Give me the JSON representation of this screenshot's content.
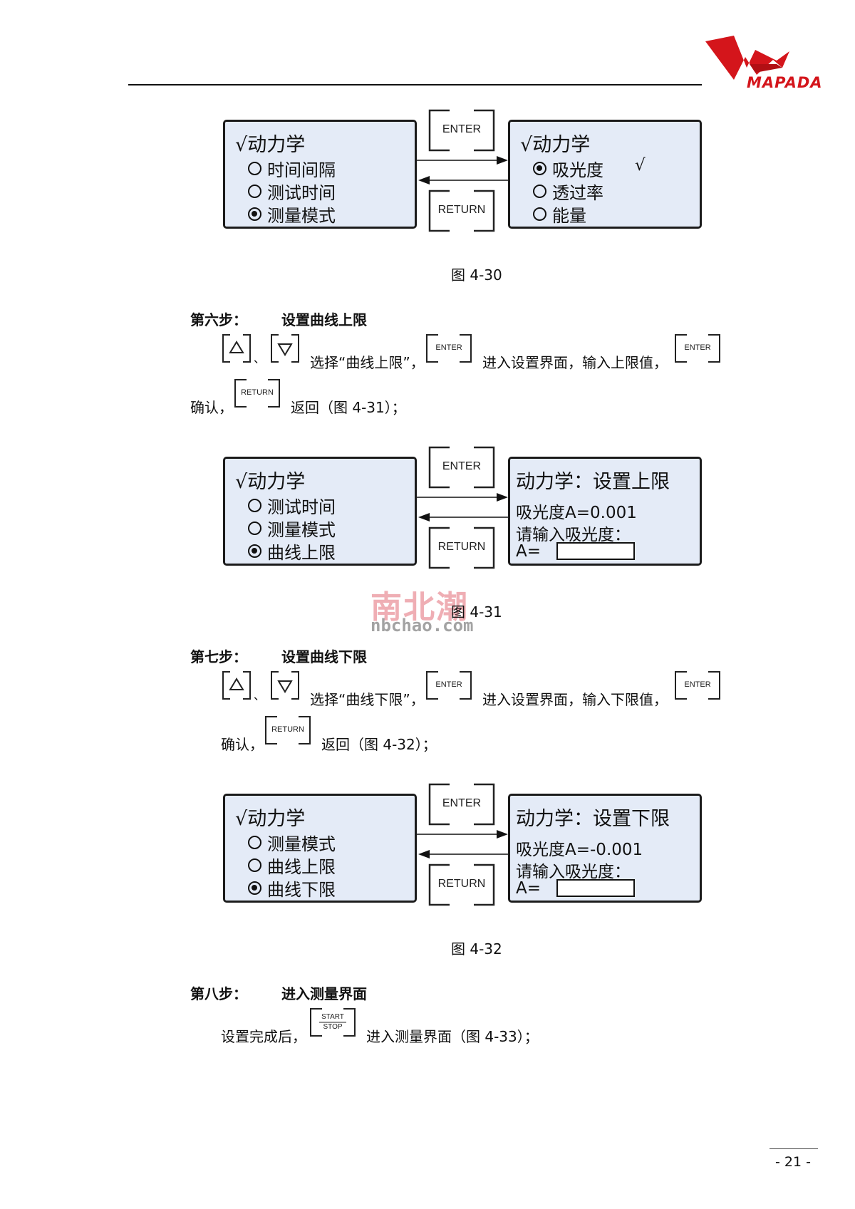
{
  "header": {
    "logo_text": "MAPADA"
  },
  "figures": [
    {
      "left_panel": {
        "title": "√动力学",
        "options": [
          {
            "label": "时间间隔",
            "selected": false
          },
          {
            "label": "测试时间",
            "selected": false
          },
          {
            "label": "测量模式",
            "selected": true
          }
        ]
      },
      "right_panel": {
        "title": "√动力学",
        "options": [
          {
            "label": "吸光度",
            "selected": true
          },
          {
            "label": "透过率",
            "selected": false
          },
          {
            "label": "能量",
            "selected": false
          }
        ],
        "checkmark": "√"
      },
      "caption": "图 4-30"
    },
    {
      "left_panel": {
        "title": "√动力学",
        "options": [
          {
            "label": "测试时间",
            "selected": false
          },
          {
            "label": "测量模式",
            "selected": false
          },
          {
            "label": "曲线上限",
            "selected": true
          }
        ]
      },
      "right_panel": {
        "title": "动力学：设置上限",
        "line1": "吸光度A=0.001",
        "line2": "请输入吸光度：",
        "line3": "A="
      },
      "caption": "图 4-31"
    },
    {
      "left_panel": {
        "title": "√动力学",
        "options": [
          {
            "label": "测量模式",
            "selected": false
          },
          {
            "label": "曲线上限",
            "selected": false
          },
          {
            "label": "曲线下限",
            "selected": true
          }
        ]
      },
      "right_panel": {
        "title": "动力学：设置下限",
        "line1": "吸光度A=-0.001",
        "line2": "请输入吸光度：",
        "line3": "A="
      },
      "caption": "图 4-32"
    }
  ],
  "keys": {
    "enter": "ENTER",
    "return": "RETURN",
    "start": "START",
    "stop": "STOP"
  },
  "steps": {
    "six": {
      "label": "第六步：",
      "title": "设置曲线上限",
      "sep": "、",
      "t1": "选择“曲线上限”，",
      "t2": "进入设置界面，输入上限值，",
      "t3": "确认，",
      "t4": "返回（图 4-31）；"
    },
    "seven": {
      "label": "第七步：",
      "title": "设置曲线下限",
      "sep": "、",
      "t1": "选择“曲线下限”，",
      "t2": "进入设置界面，输入下限值，",
      "t3": "确认，",
      "t4": "返回（图 4-32）；"
    },
    "eight": {
      "label": "第八步：",
      "title": "进入测量界面",
      "t1": "设置完成后，",
      "t2": "进入测量界面（图 4-33）；"
    }
  },
  "watermark": {
    "cn": "南北潮",
    "en": "nbchao.com"
  },
  "footer": {
    "page": "- 21 -"
  }
}
